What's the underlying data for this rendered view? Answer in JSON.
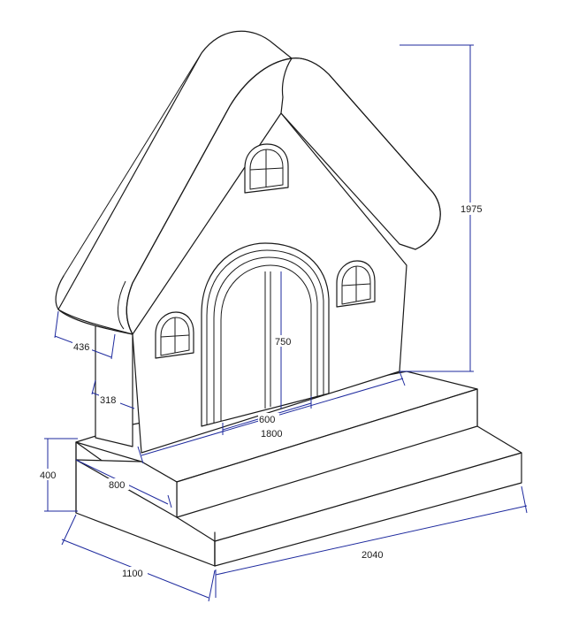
{
  "diagram": {
    "dimensions": {
      "overall_height": "1975",
      "roof_overhang": "436",
      "wall_offset": "318",
      "platform_height": "400",
      "step_depth": "800",
      "door_height": "750",
      "door_width": "600",
      "front_width": "1800",
      "platform_width": "2040",
      "platform_depth": "1100"
    },
    "colors": {
      "outline": "#1a1a1a",
      "dimension_line": "#1e2a9e",
      "background": "#ffffff"
    }
  }
}
